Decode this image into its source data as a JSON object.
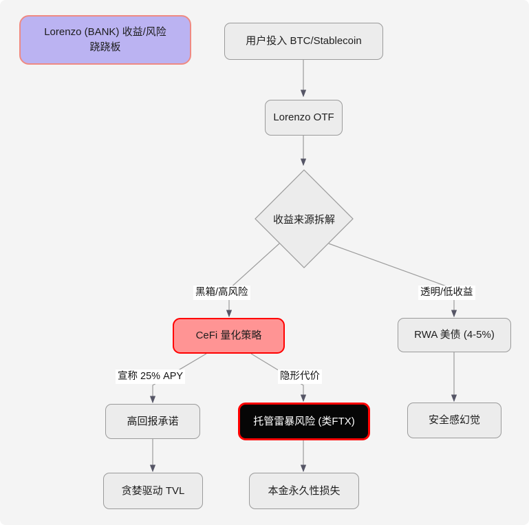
{
  "diagram": {
    "type": "flowchart",
    "direction": "top-down",
    "background_color": "#f4f4f4",
    "edge_color": "#9b9b9b",
    "arrow_color": "#565666",
    "title": "Lorenzo (BANK) 收益/风险\n跷跷板"
  },
  "nodes": {
    "title_box": {
      "label": "Lorenzo (BANK) 收益/风险\n跷跷板",
      "shape": "rounded-rect",
      "fill": "#bbb3f2",
      "stroke": "#ef8a82"
    },
    "deposit": {
      "label": "用户投入 BTC/Stablecoin",
      "shape": "rounded-rect",
      "fill": "#ececec",
      "stroke": "#9a9a9a"
    },
    "otf": {
      "label": "Lorenzo OTF",
      "shape": "rounded-rect",
      "fill": "#ececec",
      "stroke": "#9a9a9a"
    },
    "decision": {
      "label": "收益来源拆解",
      "shape": "diamond",
      "fill": "#ececec",
      "stroke": "#9a9a9a"
    },
    "cefi": {
      "label": "CeFi 量化策略",
      "shape": "rounded-rect",
      "fill": "#ff9494",
      "stroke": "#ff0000"
    },
    "rwa": {
      "label": "RWA 美债 (4-5%)",
      "shape": "rounded-rect",
      "fill": "#ececec",
      "stroke": "#9a9a9a"
    },
    "high_return": {
      "label": "高回报承诺",
      "shape": "rounded-rect",
      "fill": "#ececec",
      "stroke": "#9a9a9a"
    },
    "custody_risk": {
      "label": "托管雷暴风险 (类FTX)",
      "shape": "rounded-rect",
      "fill": "#060606",
      "stroke": "#ff0000",
      "text_color": "#ffffff"
    },
    "safety_illusion": {
      "label": "安全感幻觉",
      "shape": "rounded-rect",
      "fill": "#ececec",
      "stroke": "#9a9a9a"
    },
    "greed_tvl": {
      "label": "贪婪驱动 TVL",
      "shape": "rounded-rect",
      "fill": "#ececec",
      "stroke": "#9a9a9a"
    },
    "principal_loss": {
      "label": "本金永久性损失",
      "shape": "rounded-rect",
      "fill": "#ececec",
      "stroke": "#9a9a9a"
    }
  },
  "edge_labels": {
    "blackbox": "黑箱/高风险",
    "transparent": "透明/低收益",
    "apy_claim": "宣称 25% APY",
    "hidden_cost": "隐形代价"
  },
  "edges": [
    {
      "from": "deposit",
      "to": "otf",
      "label": ""
    },
    {
      "from": "otf",
      "to": "decision",
      "label": ""
    },
    {
      "from": "decision",
      "to": "cefi",
      "label": "黑箱/高风险"
    },
    {
      "from": "decision",
      "to": "rwa",
      "label": "透明/低收益"
    },
    {
      "from": "cefi",
      "to": "high_return",
      "label": "宣称 25% APY"
    },
    {
      "from": "cefi",
      "to": "custody_risk",
      "label": "隐形代价"
    },
    {
      "from": "rwa",
      "to": "safety_illusion",
      "label": ""
    },
    {
      "from": "high_return",
      "to": "greed_tvl",
      "label": ""
    },
    {
      "from": "custody_risk",
      "to": "principal_loss",
      "label": ""
    }
  ]
}
